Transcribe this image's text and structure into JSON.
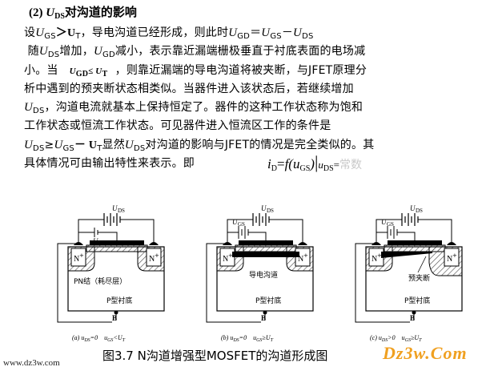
{
  "heading": {
    "num": "(2)",
    "var": "U",
    "sub": "DS",
    "rest": "对沟道的影响"
  },
  "lines": {
    "l1_a": "设",
    "l1_v1": "U",
    "l1_s1": "GS",
    "l1_gt": "＞U",
    "l1_s2": "T",
    "l1_b": "，导电沟道已经形成，则此时",
    "l1_v3": "U",
    "l1_s3": "GD",
    "l1_eq": "＝",
    "l1_v4": "U",
    "l1_s4": "GS",
    "l1_minus": "－",
    "l1_v5": "U",
    "l1_s5": "DS",
    "l2_a": "随",
    "l2_v1": "U",
    "l2_s1": "DS",
    "l2_b": "增加，",
    "l2_v2": "U",
    "l2_s2": "GD",
    "l2_c": "减小，表示靠近漏端栅极垂直于衬底表面的电场减",
    "l3_a": "小。当",
    "l3_f": "U",
    "l3_fs": "GD",
    "l3_fle": "≤ U",
    "l3_fs2": "T",
    "l3_b": "，则靠近漏端的导电沟道将被夹断，与JFET原理分",
    "l4": "析中遇到的预夹断状态相类似。当器件进入该状态后，若继续增加",
    "l5_v": "U",
    "l5_s": "DS",
    "l5_b": "，沟道电流就基本上保持恒定了。器件的这种工作状态称为饱和",
    "l6": "工作状态或恒流工作状态。可见器件进入恒流区工作的条件是",
    "l7_v1": "U",
    "l7_s1": "DS",
    "l7_ge": "≥",
    "l7_v2": "U",
    "l7_s2": "GS",
    "l7_minus": "－ U",
    "l7_s3": "T",
    "l7_b": "显然",
    "l7_v4": "U",
    "l7_s4": "DS",
    "l7_c": "对沟道的影响与JFET的情况是完全类似的。其",
    "l8": "具体情况可由输出特性来表示。即"
  },
  "formula": {
    "i": "i",
    "isub": "D",
    "eq": "=",
    "f": "f",
    "arg": "(u",
    "argsub": "GS",
    "close": ")",
    "bar": "|",
    "cond": "u",
    "condsub": "DS",
    "condeq": "=",
    "const": "常数"
  },
  "diagrams": [
    {
      "uds": "U",
      "udssub": "DS",
      "ugs": "U",
      "ugssub": "GS",
      "n1": "N",
      "n1sup": "+",
      "n2": "N",
      "n2sup": "+",
      "label1": "PN结（耗尽层）",
      "substrate": "P型衬底",
      "b": "B",
      "cap": "(a)  u",
      "capsub": "DS",
      "capeq": "=0",
      "cap2": "u",
      "cap2sub": "GS",
      "cap2rel": "<U",
      "cap2sub2": "T"
    },
    {
      "uds": "U",
      "udssub": "DS",
      "ugs": "U",
      "ugssub": "GS",
      "n1": "N",
      "n1sup": "+",
      "n2": "N",
      "n2sup": "+",
      "label1": "导电沟道",
      "substrate": "P型衬底",
      "b": "B",
      "cap": "(b)  u",
      "capsub": "DS",
      "capeq": "=0",
      "cap2": "u",
      "cap2sub": "GS",
      "cap2rel": "≥U",
      "cap2sub2": "T"
    },
    {
      "uds": "U",
      "udssub": "DS",
      "ugs": "U",
      "ugssub": "GS",
      "n1": "N",
      "n1sup": "+",
      "n2": "N",
      "n2sup": "+",
      "label1": "预夹断",
      "substrate": "P型衬底",
      "b": "B",
      "cap": "(c)  u",
      "capsub": "DS",
      "capeq": ">0",
      "cap2": "u",
      "cap2sub": "GS",
      "cap2rel": "≥U",
      "cap2sub2": "T"
    }
  ],
  "caption": "图3.7  N沟道增强型MOSFET的沟道形成图",
  "url": "www.dz3w.com",
  "logo": "Dz3w.Com",
  "colors": {
    "logo": "#f0a020",
    "hatch": "#555555"
  }
}
